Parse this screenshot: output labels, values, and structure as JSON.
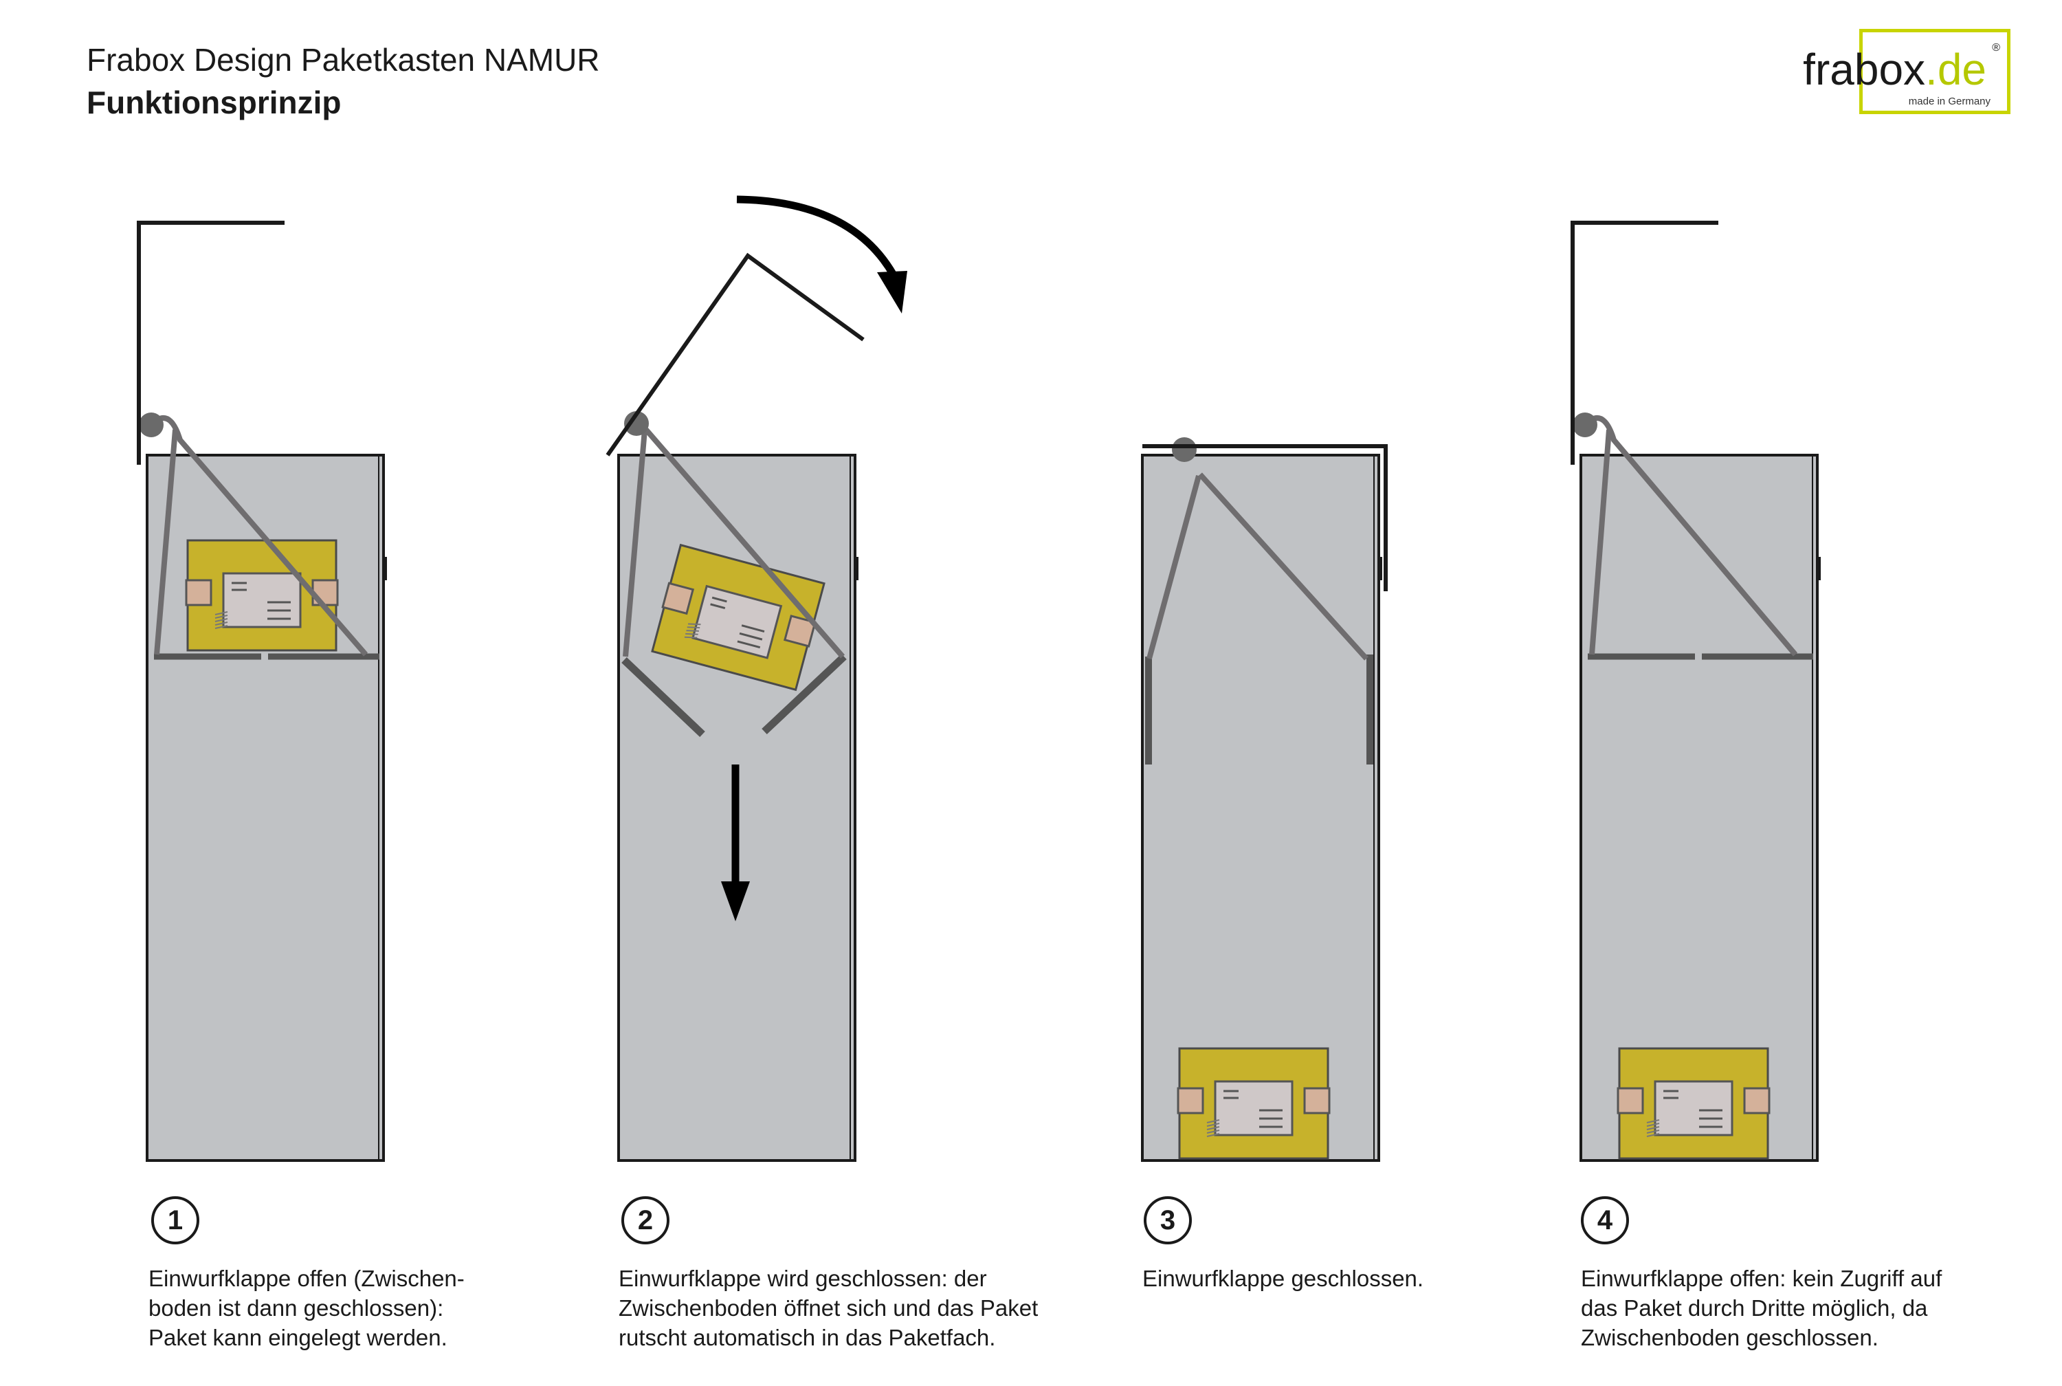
{
  "header": {
    "title": "Frabox Design Paketkasten NAMUR",
    "subtitle": "Funktionsprinzip"
  },
  "logo": {
    "word": "frabox",
    "suffix": ".de",
    "mark": "®",
    "tagline": "made in Germany"
  },
  "steps": [
    {
      "number": "1",
      "lines": [
        "Einwurfklappe offen (Zwischen-",
        "boden ist dann geschlossen):",
        "Paket kann eingelegt werden."
      ]
    },
    {
      "number": "2",
      "lines": [
        "Einwurfklappe wird geschlossen: der",
        "Zwischenboden öffnet sich und das Paket",
        "rutscht automatisch in das Paketfach."
      ]
    },
    {
      "number": "3",
      "lines": [
        "Einwurfklappe geschlossen."
      ]
    },
    {
      "number": "4",
      "lines": [
        "Einwurfklappe offen: kein Zugriff auf",
        "das Paket durch Dritte möglich, da",
        "Zwischenboden geschlossen."
      ]
    }
  ],
  "colors": {
    "box_fill": "#c0c2c5",
    "parcel": "#c7b22b",
    "label": "#cfc8c8",
    "tape": "#d4b19a",
    "linkage": "#6f6d6f",
    "accent": "#c8d400"
  }
}
